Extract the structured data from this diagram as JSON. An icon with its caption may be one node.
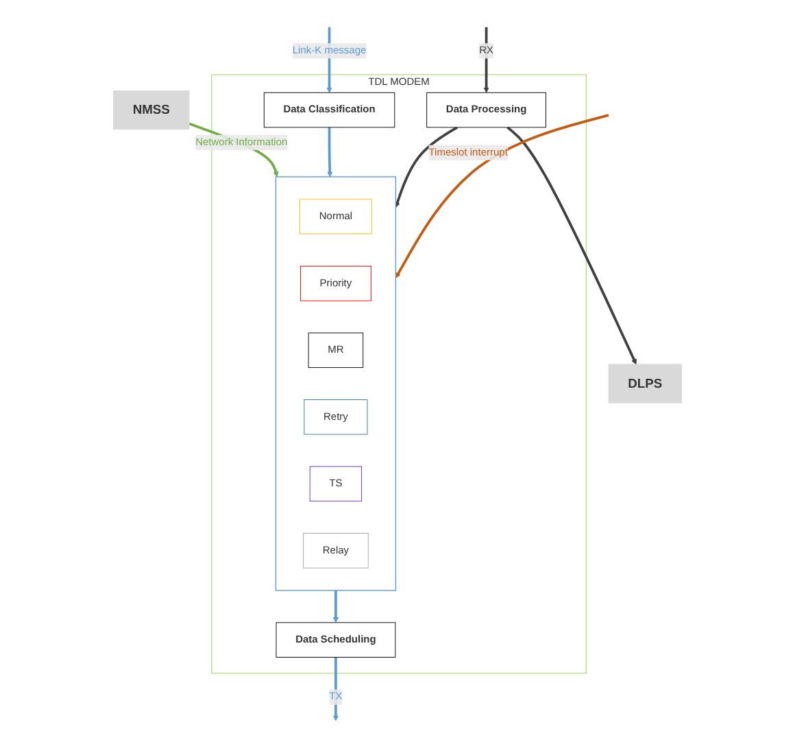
{
  "diagram": {
    "nodes": [
      {
        "text": [
          "NMSS"
        ]
      },
      {
        "text": [
          "DLPS"
        ]
      },
      {
        "text": [
          "TDL MODEM"
        ]
      },
      {
        "text": [
          "Data Classification"
        ],
        "in": 2
      },
      {
        "text": [],
        "shape": "box",
        "in": 2
      },
      {
        "text": [
          "Normal"
        ],
        "in": 4
      },
      {
        "text": [
          "Priority"
        ],
        "in": 4
      },
      {
        "text": [
          "MR"
        ],
        "in": 4
      },
      {
        "text": [
          "Retry"
        ],
        "in": 4
      },
      {
        "text": [
          "TS"
        ],
        "in": 4
      },
      {
        "text": [
          "Relay"
        ],
        "in": 4
      },
      {
        "text": [
          "Data Processing"
        ],
        "in": 2
      },
      {
        "text": [
          "Data Scheduling"
        ],
        "in": 2
      }
    ],
    "edges": [
      {
        "from": 0,
        "to": 4,
        "arrow": "to",
        "label": "Network Information",
        "color": "#70ad47"
      },
      {
        "from": null,
        "to": 3,
        "arrow": "to",
        "label": "Link-K message"
      },
      {
        "from": 3,
        "to": 4,
        "arrow": "to"
      },
      {
        "from": 11,
        "to": 4,
        "arrow": "to",
        "color": "#404040"
      },
      {
        "from": 11,
        "to": 1,
        "arrow": "to",
        "color": "#404040"
      },
      {
        "from": null,
        "to": 11,
        "arrow": "to",
        "label": "RX",
        "color": "#404040"
      },
      {
        "from": null,
        "to": 4,
        "arrow": "to",
        "label": "Timeslot interrupt",
        "color": "#c55a11"
      },
      {
        "from": 4,
        "to": 12,
        "arrow": "to"
      },
      {
        "from": 12,
        "to": null,
        "arrow": "to",
        "label": "TX"
      }
    ]
  }
}
